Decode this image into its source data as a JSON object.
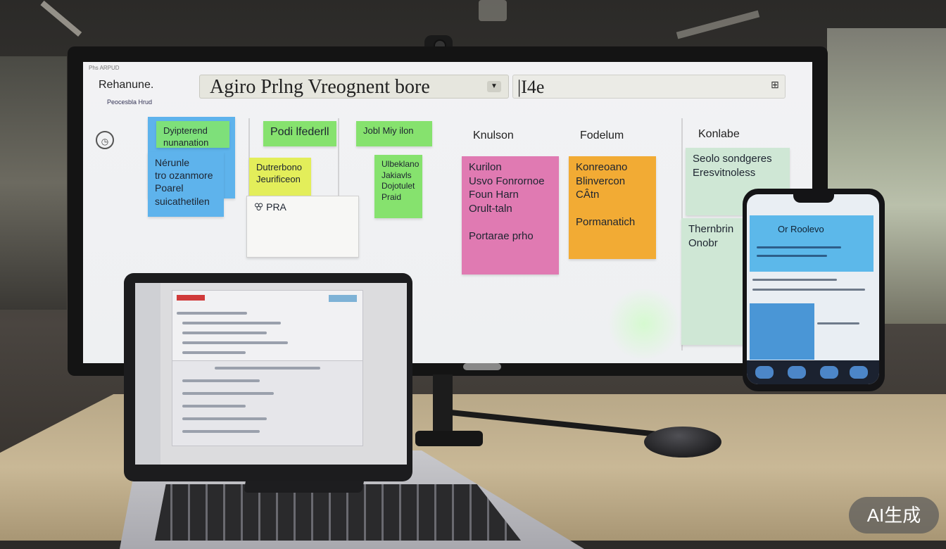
{
  "screen": {
    "top_small": "Phs ARPUD",
    "rename_label": "Rehanune.",
    "sub_label": "Peocesbla Hrud",
    "title": "Agiro Prlng Vreognent bore",
    "title_extra": "|I4e"
  },
  "columns": [
    {
      "head": "",
      "notes": [
        {
          "text": "Dyipterend\nnunanation",
          "color": "#7ee07a"
        },
        {
          "text": "Nérunle\ntro ozanmore\nPoarel\nsuicathetilen",
          "color": "#5eb3ec"
        }
      ]
    },
    {
      "head": "",
      "notes": [
        {
          "text": "Podi lfederll",
          "color": "#86e26e"
        },
        {
          "text": "Dutrerbono\nJeurificeon",
          "color": "#e3ee5a"
        }
      ]
    },
    {
      "head": "",
      "notes": [
        {
          "text": "Jobl Miy ilon",
          "color": "#86e26e"
        },
        {
          "text": "Ulbeklano\nJakiavls\nDojotulet\nPraid",
          "color": "#86e26e"
        }
      ]
    },
    {
      "head": "Knulson",
      "notes": [
        {
          "text": "Kurilon\nUsvo Fonrornoe\nFoun Harn\nOrult-taln\n\nPortarae prho",
          "color": "#e07ab2"
        }
      ]
    },
    {
      "head": "Fodelum",
      "notes": [
        {
          "text": "Konreoano\nBlinvercon\nCÂtn\n\nPormanatich",
          "color": "#f2ab34"
        }
      ]
    },
    {
      "head": "Konlabe",
      "notes": [
        {
          "text": "Seolo sondgeres\nEresvitnoless",
          "color": "#cfe7d5"
        },
        {
          "text": "Thernbrin\nOnobr",
          "color": "#cfe7d5"
        }
      ]
    }
  ],
  "card_note": "ꕢ PRA",
  "phone": {
    "title": "Or Roolevo"
  },
  "watermark": "AI生成",
  "colors": {
    "green": "#86e26e",
    "blue": "#5eb3ec",
    "pink": "#e07ab2",
    "orange": "#f2ab34",
    "yellow": "#e3ee5a"
  }
}
